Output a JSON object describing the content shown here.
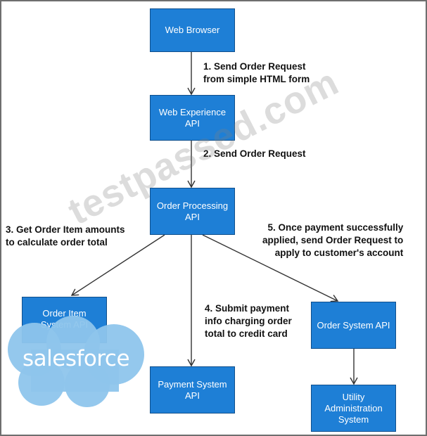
{
  "boxes": {
    "web_browser": "Web Browser",
    "web_experience_api": "Web Experience\nAPI",
    "order_processing_api": "Order Processing\nAPI",
    "order_item_system_api": "Order Item\nSystem API",
    "payment_system_api": "Payment System\nAPI",
    "order_system_api": "Order System API",
    "utility_admin_system": "Utility\nAdministration\nSystem"
  },
  "steps": {
    "step1": "1. Send Order Request\nfrom simple HTML form",
    "step2": "2. Send Order Request",
    "step3": "3. Get Order Item amounts\nto calculate order total",
    "step4": "4. Submit payment\ninfo charging order\ntotal to credit card",
    "step5": "5. Once payment successfully\napplied, send Order Request to\napply to customer's account"
  },
  "watermark": "testpassed.com",
  "logo": {
    "text": "salesforce",
    "color": "#8ec5ec"
  },
  "colors": {
    "box_fill": "#1e7fd6",
    "box_border": "#0f4f8c",
    "arrow": "#333333"
  }
}
